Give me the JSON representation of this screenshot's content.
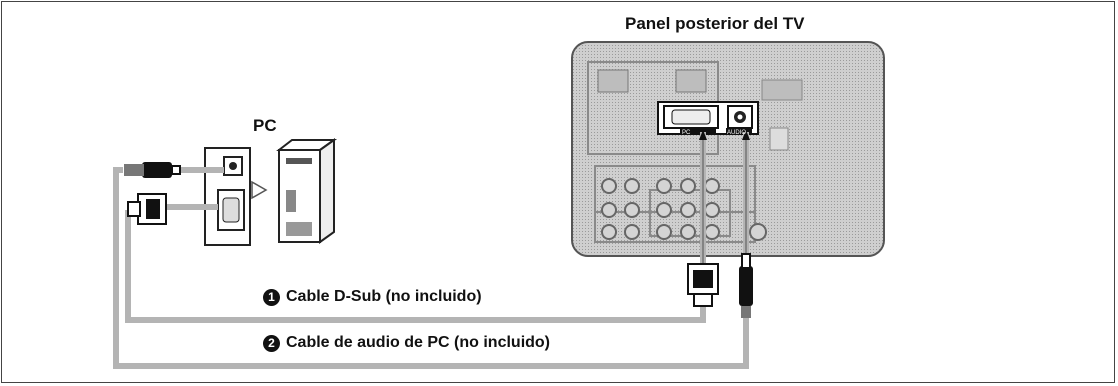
{
  "tv_panel": {
    "title": "Panel posterior del TV",
    "port_labels": {
      "pc": "PC",
      "audio": "AUDIO"
    }
  },
  "pc": {
    "title": "PC"
  },
  "cables": [
    {
      "number": "1",
      "label": "Cable D-Sub (no incluido)"
    },
    {
      "number": "2",
      "label": "Cable de audio de PC (no incluido)"
    }
  ],
  "colors": {
    "cable": "#b4b4b4",
    "panel": "#c9c9c9",
    "outline": "#222222"
  }
}
